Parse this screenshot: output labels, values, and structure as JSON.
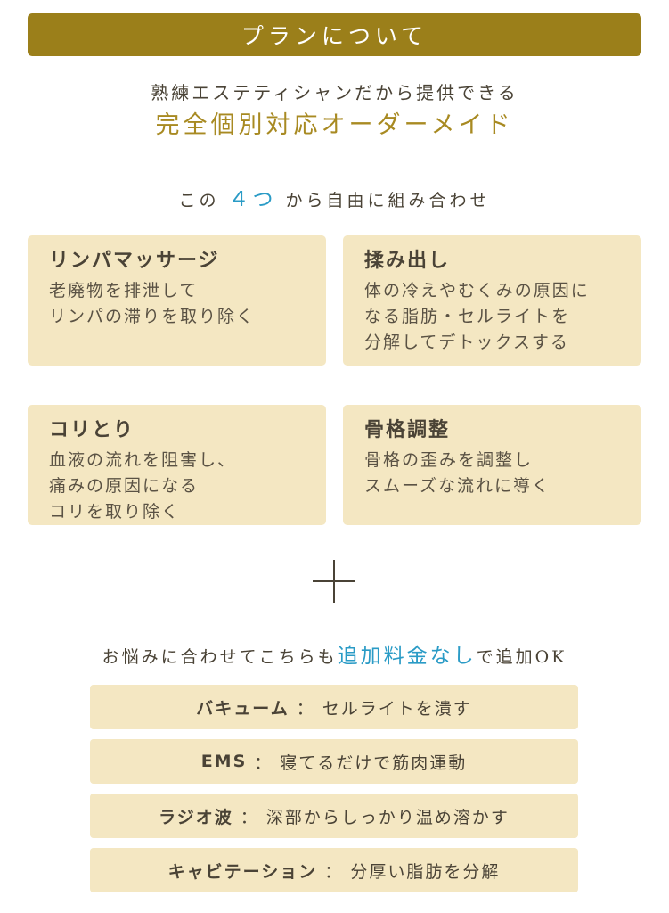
{
  "banner": {
    "title": "プランについて"
  },
  "intro": {
    "subtitle": "熟練エステティシャンだから提供できる",
    "headline": "完全個別対応オーダーメイド"
  },
  "choose": {
    "prefix": "この",
    "number": "４つ",
    "suffix": "から自由に組み合わせ"
  },
  "cards": [
    {
      "title": "リンパマッサージ",
      "lines": [
        "老廃物を排泄して",
        "リンパの滞りを取り除く"
      ]
    },
    {
      "title": "揉み出し",
      "lines": [
        "体の冷えやむくみの原因に",
        "なる脂肪・セルライトを",
        "分解してデトックスする"
      ]
    },
    {
      "title": "コリとり",
      "lines": [
        "血液の流れを阻害し、",
        "痛みの原因になる",
        "コリを取り除く"
      ]
    },
    {
      "title": "骨格調整",
      "lines": [
        "骨格の歪みを調整し",
        "スムーズな流れに導く"
      ]
    }
  ],
  "addon_lead": {
    "prefix": "お悩みに合わせてこちらも",
    "highlight": "追加料金なし",
    "suffix": "で追加OK"
  },
  "addons": [
    {
      "name": "バキューム",
      "desc": "セルライトを潰す"
    },
    {
      "name": "EMS",
      "desc": "寝てるだけで筋肉運動"
    },
    {
      "name": "ラジオ波",
      "desc": "深部からしっかり温め溶かす"
    },
    {
      "name": "キャビテーション",
      "desc": "分厚い脂肪を分解"
    }
  ],
  "separator": "：",
  "colors": {
    "banner": "#9b7f1a",
    "headline": "#a88a22",
    "accent": "#2a9bc6",
    "card_bg": "#f4e7c2"
  }
}
